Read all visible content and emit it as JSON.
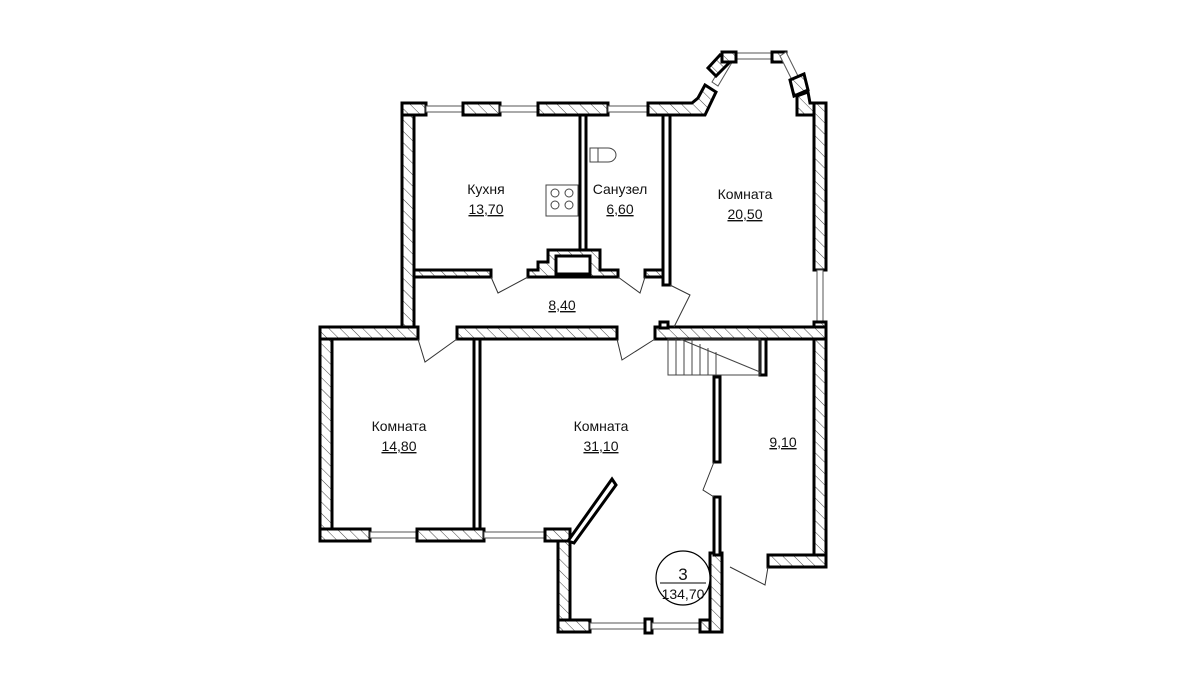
{
  "plan": {
    "rooms": [
      {
        "name": "Кухня",
        "area": "13,70"
      },
      {
        "name": "Санузел",
        "area": "6,60"
      },
      {
        "name": "Комната",
        "area": "20,50"
      },
      {
        "name": "",
        "area": "8,40"
      },
      {
        "name": "Комната",
        "area": "14,80"
      },
      {
        "name": "Комната",
        "area": "31,10"
      },
      {
        "name": "",
        "area": "9,10"
      }
    ],
    "apartment": {
      "number": "3",
      "total_area": "134,70"
    }
  }
}
